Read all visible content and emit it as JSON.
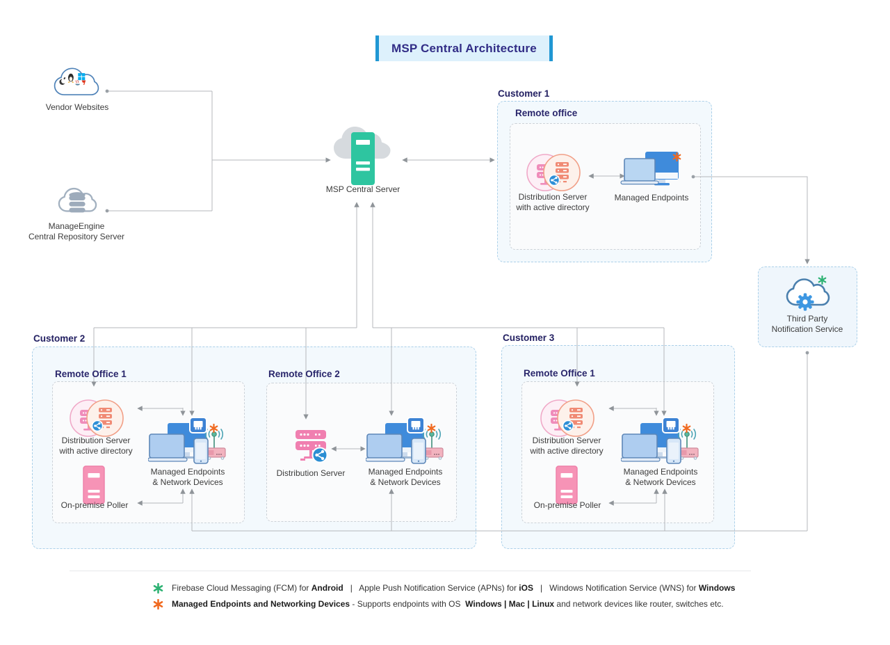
{
  "title": "MSP Central Architecture",
  "external": {
    "vendor_websites": "Vendor Websites",
    "manage_engine_1": "ManageEngine",
    "manage_engine_2": "Central Repository Server",
    "msp_server": "MSP Central Server",
    "third_party_1": "Third Party",
    "third_party_2": "Notification Service"
  },
  "shared_labels": {
    "ds": "Distribution Server",
    "ds_ad_2": "with active directory",
    "me": "Managed Endpoints",
    "me_net_1": "Managed Endpoints",
    "me_net_2": "& Network Devices",
    "poller": "On-premise Poller"
  },
  "customers": [
    {
      "name": "Customer 1",
      "offices": [
        {
          "name": "Remote office"
        }
      ]
    },
    {
      "name": "Customer 2",
      "offices": [
        {
          "name": "Remote Office 1"
        },
        {
          "name": "Remote Office 2"
        }
      ]
    },
    {
      "name": "Customer 3",
      "offices": [
        {
          "name": "Remote Office 1"
        }
      ]
    }
  ],
  "legend": [
    {
      "segments": [
        {
          "t": "Firebase Cloud Messaging (FCM) for ",
          "b": 0
        },
        {
          "t": "Android",
          "b": 1
        },
        {
          "t": "   |   Apple Push Notification Service (APNs) for ",
          "b": 0
        },
        {
          "t": "iOS",
          "b": 1
        },
        {
          "t": "   |   Windows Notification Service (WNS) for ",
          "b": 0
        },
        {
          "t": "Windows",
          "b": 1
        }
      ]
    },
    {
      "segments": [
        {
          "t": "Managed Endpoints and Networking Devices",
          "b": 1
        },
        {
          "t": " - Supports endpoints with OS  ",
          "b": 0
        },
        {
          "t": "Windows | Mac | Linux",
          "b": 1
        },
        {
          "t": " and network devices like router, switches etc.",
          "b": 0
        }
      ]
    }
  ],
  "colors": {
    "accent_blue": "#2097d3",
    "heading_navy": "#232062",
    "title_navy": "#312d86",
    "server_green": "#2ec5a0",
    "poller_pink": "#f693b6",
    "marker_green": "#2eb273",
    "marker_orange": "#f06a21",
    "connector_gray": "#b4b7bb",
    "box_blue_border": "#abd0e9",
    "box_blue_fill": "#f3f9fd"
  }
}
